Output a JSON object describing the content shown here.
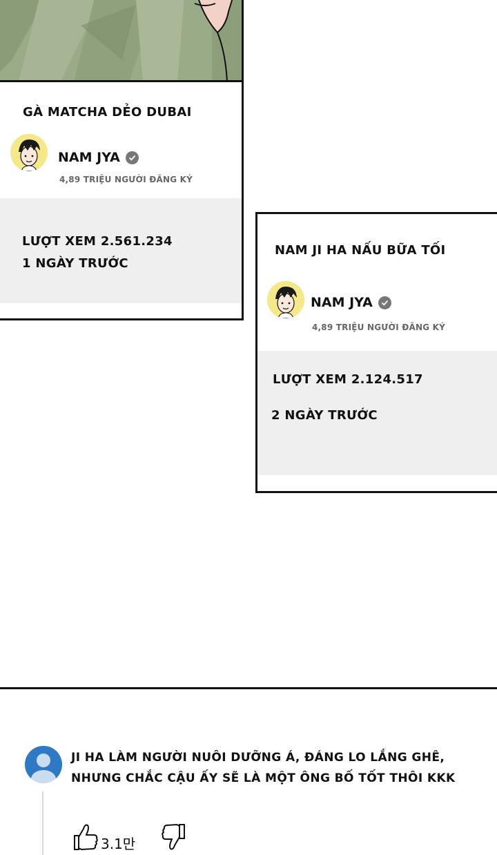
{
  "videos": [
    {
      "title": "GÀ MATCHA DẺO DUBAI",
      "channel": "NAM JYA",
      "subscribers": "4,89 TRIỆU NGƯỜI ĐĂNG KÝ",
      "views": "LƯỢT XEM 2.561.234",
      "posted": "1 NGÀY TRƯỚC"
    },
    {
      "title": "NAM JI HA NẤU BỮA TỐI",
      "channel": "NAM JYA",
      "subscribers": "4,89 TRIỆU NGƯỜI ĐĂNG KÝ",
      "views": "LƯỢT XEM 2.124.517",
      "posted": "2 NGÀY TRƯỚC"
    }
  ],
  "comment": {
    "lines": [
      "JI HA LÀM NGƯỜI NUÔI DƯỠNG Á, ĐÁNG LO LẮNG GHÊ,",
      "NHƯNG CHẮC CẬU ẤY SẼ LÀ MỘT ÔNG BỐ TỐT THÔI KKK"
    ],
    "likes": "3.1만"
  },
  "colors": {
    "avatar_bg": "#f5e88a",
    "comment_avatar": "#2f78c4",
    "stats_bg": "#efefef",
    "thumbnail": "#9aab88"
  }
}
